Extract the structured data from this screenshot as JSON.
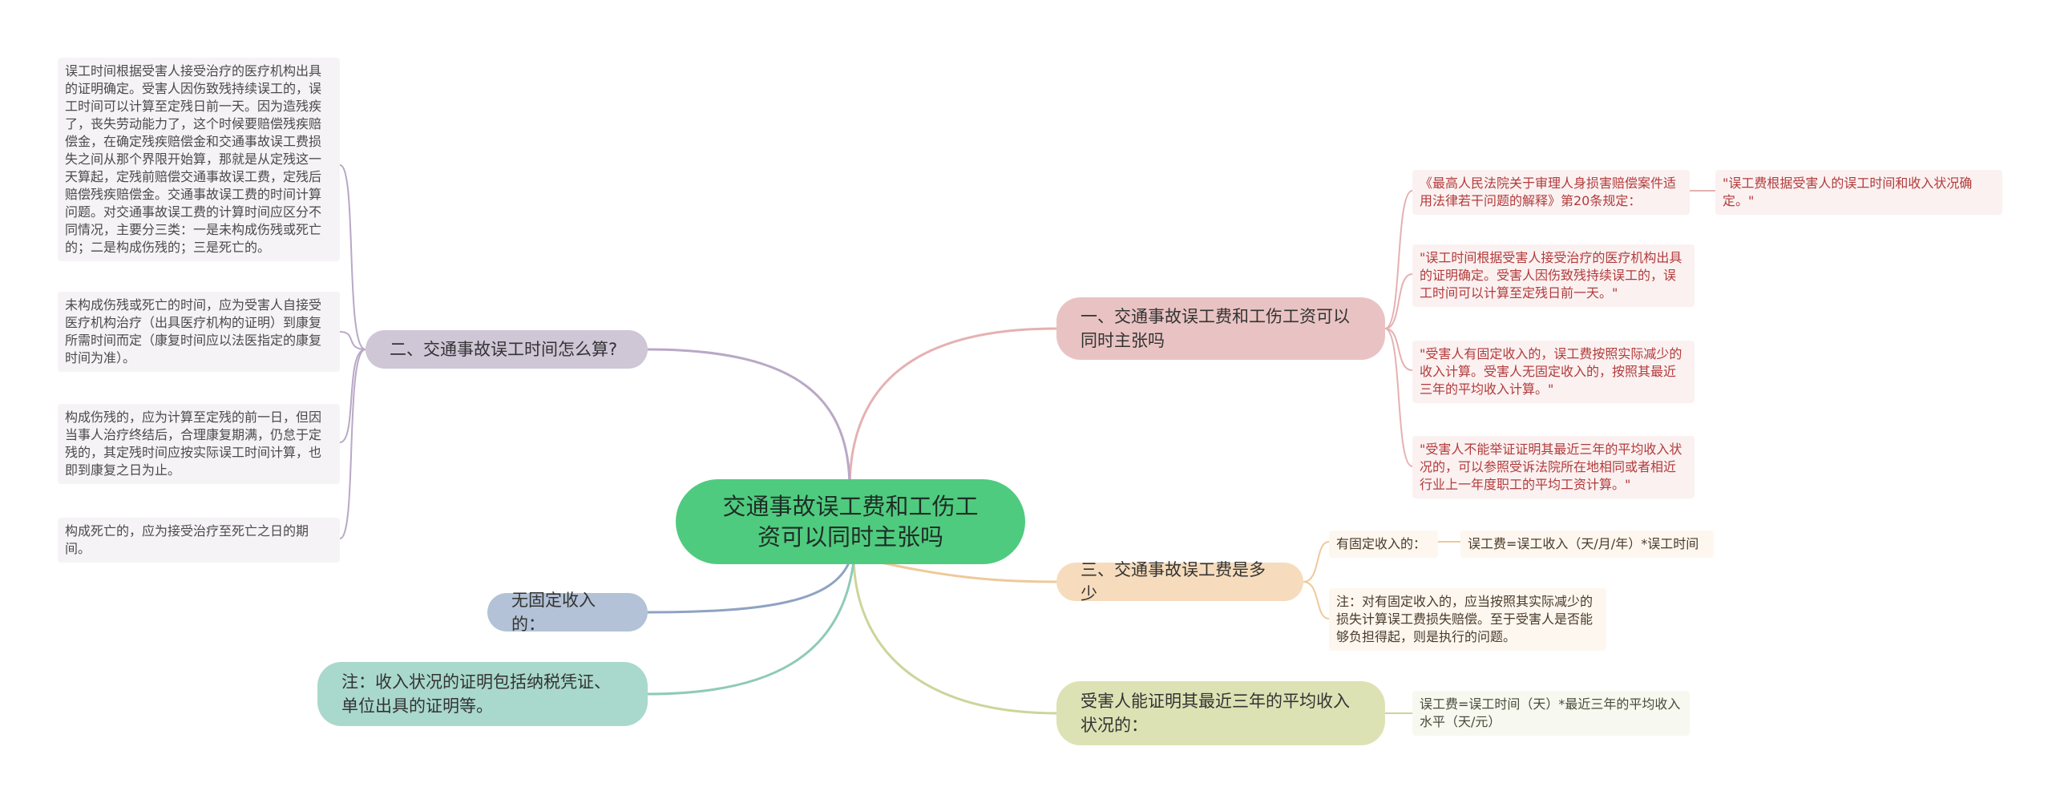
{
  "root": {
    "label": "交通事故误工费和工伤工资可以同时主张吗"
  },
  "branches": {
    "right1": {
      "label": "一、交通事故误工费和工伤工资可以同时主张吗",
      "color": "#e9c3c3",
      "children": [
        "《最高人民法院关于审理人身损害赔偿案件适用法律若干问题的解释》第20条规定：",
        "\"误工时间根据受害人接受治疗的医疗机构出具的证明确定。受害人因伤致残持续误工的，误工时间可以计算至定残日前一天。\"",
        "\"受害人有固定收入的，误工费按照实际减少的收入计算。受害人无固定收入的，按照其最近三年的平均收入计算。\"",
        "\"受害人不能举证证明其最近三年的平均收入状况的，可以参照受诉法院所在地相同或者相近行业上一年度职工的平均工资计算。\""
      ],
      "sub": "\"误工费根据受害人的误工时间和收入状况确定。\""
    },
    "right2": {
      "label": "三、交通事故误工费是多少",
      "color": "#f6dcbc",
      "children": [
        "有固定收入的：",
        "注：对有固定收入的，应当按照其实际减少的损失计算误工费损失赔偿。至于受害人是否能够负担得起，则是执行的问题。"
      ],
      "sub": "误工费=误工收入（天/月/年）*误工时间"
    },
    "right3": {
      "label": "受害人能证明其最近三年的平均收入状况的：",
      "color": "#dde2b4",
      "children": [
        "误工费=误工时间（天）*最近三年的平均收入水平（天/元）"
      ]
    },
    "left1": {
      "label": "二、交通事故误工时间怎么算?",
      "color": "#cfc6d6",
      "children": [
        "误工时间根据受害人接受治疗的医疗机构出具的证明确定。受害人因伤致残持续误工的，误工时间可以计算至定残日前一天。因为造残疾了，丧失劳动能力了，这个时候要赔偿残疾赔偿金，在确定残疾赔偿金和交通事故误工费损失之间从那个界限开始算，那就是从定残这一天算起，定残前赔偿交通事故误工费，定残后赔偿残疾赔偿金。交通事故误工费的时间计算问题。对交通事故误工费的计算时间应区分不同情况，主要分三类：一是未构成伤残或死亡的；二是构成伤残的；三是死亡的。",
        "未构成伤残或死亡的时间，应为受害人自接受医疗机构治疗（出具医疗机构的证明）到康复所需时间而定（康复时间应以法医指定的康复时间为准）。",
        "构成伤残的，应为计算至定残的前一日，但因当事人治疗终结后，合理康复期满，仍怠于定残的，其定残时间应按实际误工时间计算，也即到康复之日为止。",
        "构成死亡的，应为接受治疗至死亡之日的期间。"
      ]
    },
    "left2": {
      "label": "无固定收入的：",
      "color": "#b3c2d6"
    },
    "left3": {
      "label": "注：收入状况的证明包括纳税凭证、单位出具的证明等。",
      "color": "#a9d8cc"
    }
  },
  "colors": {
    "root": "#4fcb7f",
    "line_right1": "#e5b1b1",
    "line_right2": "#efc99a",
    "line_right3": "#cdd49a",
    "line_left1": "#b9a8c6",
    "line_left2": "#8ea3c2",
    "line_left3": "#8fcab9"
  }
}
